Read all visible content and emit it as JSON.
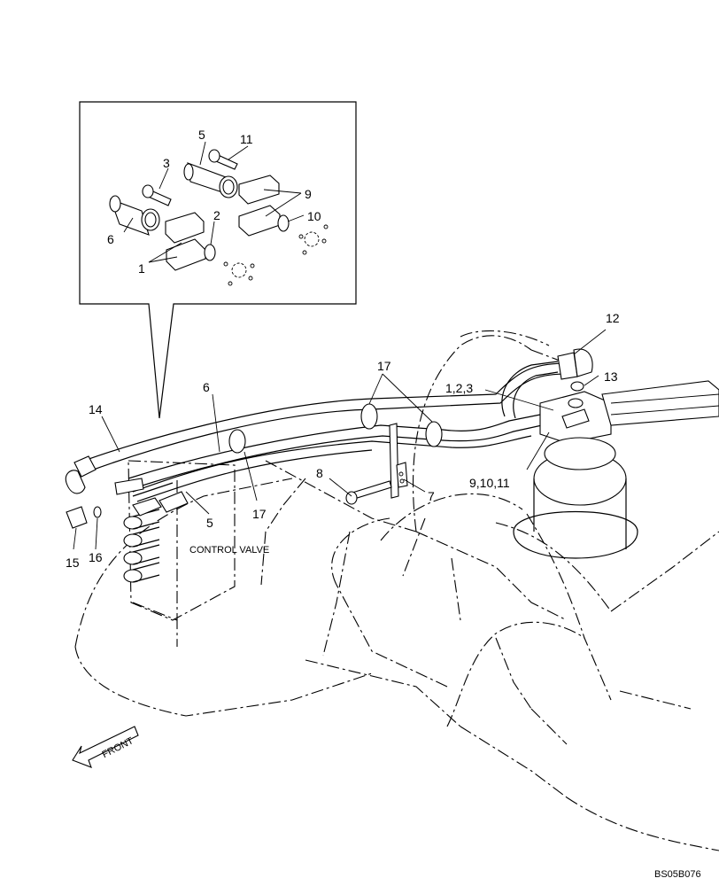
{
  "labels": {
    "p1": "1",
    "p2": "2",
    "p3": "3",
    "p5_inset": "5",
    "p6_inset": "6",
    "p9": "9",
    "p10": "10",
    "p11": "11",
    "p12": "12",
    "p13": "13",
    "p123": "1,2,3",
    "p17_top": "17",
    "p6": "6",
    "p14": "14",
    "p8": "8",
    "p7": "7",
    "p91011": "9,10,11",
    "p5": "5",
    "p17": "17",
    "p15": "15",
    "p16": "16"
  },
  "control_valve_label": "CONTROL VALVE",
  "front_label": "FRONT",
  "drawing_code": "BS05B076"
}
